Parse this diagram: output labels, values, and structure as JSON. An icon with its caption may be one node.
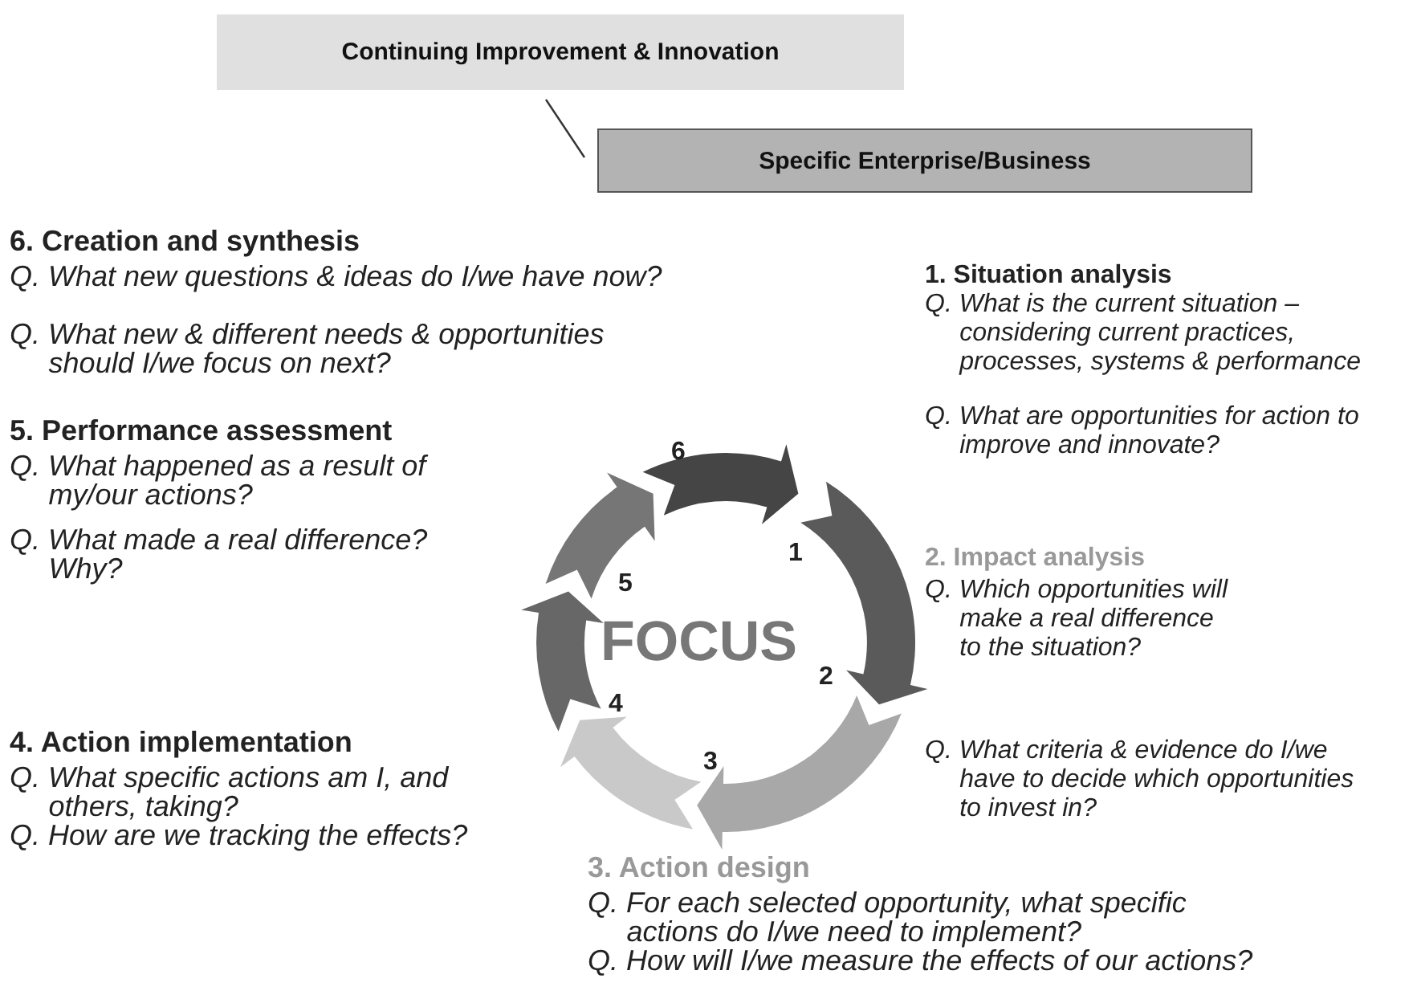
{
  "diagram": {
    "nodes": [
      {
        "text": [
          "Continuing Improvement & Innovation"
        ]
      },
      {
        "text": [
          "Specific Enterprise/Business"
        ]
      }
    ],
    "edges": [
      {
        "from": 0,
        "to": 1,
        "arrow": "none"
      }
    ],
    "labels": [
      "6. Creation and synthesis",
      "Q. What new questions & ideas do I/we have now?",
      "Q. What new & different needs & opportunities should I/we focus on next?",
      "1. Situation analysis",
      "Q. What is the current situation – considering current practices, processes, systems & performance",
      "Q. What are opportunities for action to improve and innovate?",
      "6",
      "5. Performance assessment",
      "Q. What happened as a result of my/our actions?",
      "Q. What made a real difference? Why?",
      "5",
      "1",
      "2. Impact analysis",
      "Q. Which opportunities will make a real difference to the situation?",
      "FOCUS",
      "2",
      "4",
      "4. Action implementation",
      "Q. What specific actions am I, and others, taking?",
      "Q. How are we tracking the effects?",
      "3",
      "Q. What criteria & evidence do I/we have to decide which opportunities to invest in?",
      "3. Action design",
      "Q. For each selected opportunity, what specific actions do I/we need to implement?",
      "Q. How will I/we measure the effects of our actions?"
    ]
  }
}
